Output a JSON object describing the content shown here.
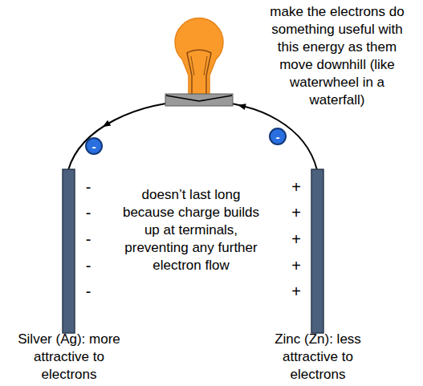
{
  "diagram": {
    "nodes": [
      {
        "text": [
          "-"
        ]
      },
      {
        "text": [
          "-"
        ]
      }
    ],
    "labels": [
      "make the electrons do something useful with this energy as them move downhill (like waterwheel in a waterfall)",
      "-",
      "-",
      "-",
      "-",
      "-",
      "doesn’t last long because charge builds up at terminals, preventing any further electron flow",
      "+",
      "+",
      "+",
      "+",
      "+",
      "Silver (Ag): more attractive to electrons",
      "Zinc (Zn): less attractive to electrons"
    ]
  }
}
